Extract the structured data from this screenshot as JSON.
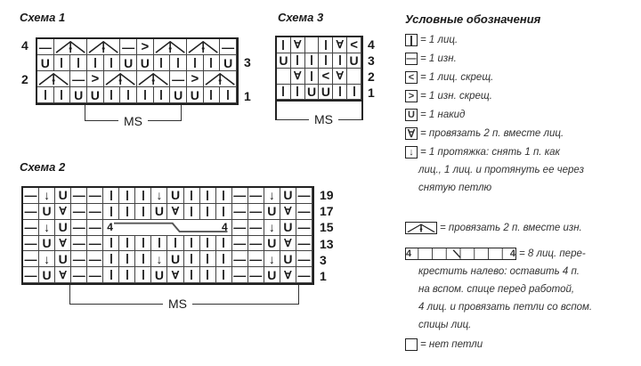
{
  "scheme1": {
    "title": "Схема 1",
    "row_labels_left": [
      "4",
      "2"
    ],
    "row_labels_right": [
      "3",
      "1"
    ],
    "ms_label": "MS",
    "rows": [
      [
        "P",
        "T",
        "T",
        "P",
        "R",
        "T",
        "T",
        "P"
      ],
      [
        "U",
        "K",
        "K",
        "K",
        "K",
        "U",
        "U",
        "K",
        "K",
        "K",
        "K",
        "U"
      ],
      [
        "T",
        "P",
        "R",
        "T",
        "T",
        "P",
        "R",
        "T"
      ],
      [
        "K",
        "K",
        "U",
        "U",
        "K",
        "K",
        "K",
        "K",
        "U",
        "U",
        "K",
        "K"
      ]
    ]
  },
  "scheme3": {
    "title": "Схема 3",
    "row_labels": [
      "4",
      "3",
      "2",
      "1"
    ],
    "ms_label": "MS",
    "rows": [
      [
        "K",
        "V",
        "E",
        "K",
        "V",
        "L"
      ],
      [
        "U",
        "K",
        "K",
        "K",
        "K",
        "U"
      ],
      [
        "E",
        "V",
        "K",
        "L",
        "V",
        "E"
      ],
      [
        "K",
        "K",
        "U",
        "U",
        "K",
        "K"
      ]
    ]
  },
  "scheme2": {
    "title": "Схема 2",
    "row_labels": [
      "19",
      "17",
      "15",
      "13",
      "3",
      "1"
    ],
    "ms_label": "MS",
    "cable_label": "4",
    "rows": [
      [
        "P",
        "A",
        "U",
        "P",
        "P",
        "K",
        "K",
        "K",
        "A",
        "U",
        "K",
        "K",
        "K",
        "P",
        "P",
        "A",
        "U",
        "P"
      ],
      [
        "P",
        "U",
        "V",
        "P",
        "P",
        "K",
        "K",
        "K",
        "U",
        "V",
        "K",
        "K",
        "K",
        "P",
        "P",
        "U",
        "V",
        "P"
      ],
      [
        "P",
        "A",
        "U",
        "P",
        "P",
        "C",
        "P",
        "P",
        "A",
        "U",
        "P"
      ],
      [
        "P",
        "U",
        "V",
        "P",
        "P",
        "K",
        "K",
        "K",
        "K",
        "K",
        "K",
        "K",
        "K",
        "P",
        "P",
        "U",
        "V",
        "P"
      ],
      [
        "P",
        "A",
        "U",
        "P",
        "P",
        "K",
        "K",
        "K",
        "A",
        "U",
        "K",
        "K",
        "K",
        "P",
        "P",
        "A",
        "U",
        "P"
      ],
      [
        "P",
        "U",
        "V",
        "P",
        "P",
        "K",
        "K",
        "K",
        "U",
        "V",
        "K",
        "K",
        "K",
        "P",
        "P",
        "U",
        "V",
        "P"
      ]
    ]
  },
  "legend": {
    "title": "Условные обозначения",
    "items": [
      {
        "symbol": "K",
        "text": "= 1 лиц."
      },
      {
        "symbol": "P",
        "text": "= 1 изн."
      },
      {
        "symbol": "L",
        "text": "= 1 лиц. скрещ."
      },
      {
        "symbol": "R",
        "text": "= 1 изн. скрещ."
      },
      {
        "symbol": "U",
        "text": "= 1 накид"
      },
      {
        "symbol": "V",
        "text": "= провязать 2 п. вместе лиц."
      },
      {
        "symbol": "A",
        "text": "= 1 протяжка: снять 1 п. как",
        "cont": [
          "лиц., 1 лиц. и протянуть ее через",
          "снятую петлю"
        ]
      },
      {
        "symbol": "T",
        "text": "= провязать 2 п. вместе изн."
      },
      {
        "symbol": "C",
        "text": "= 8 лиц. пере-",
        "cont": [
          "крестить налево: оставить 4 п.",
          "на вспом. спице перед работой,",
          "4 лиц. и провязать петли со вспом.",
          "спицы лиц."
        ]
      },
      {
        "symbol": "E",
        "text": "= нет петли"
      }
    ]
  }
}
